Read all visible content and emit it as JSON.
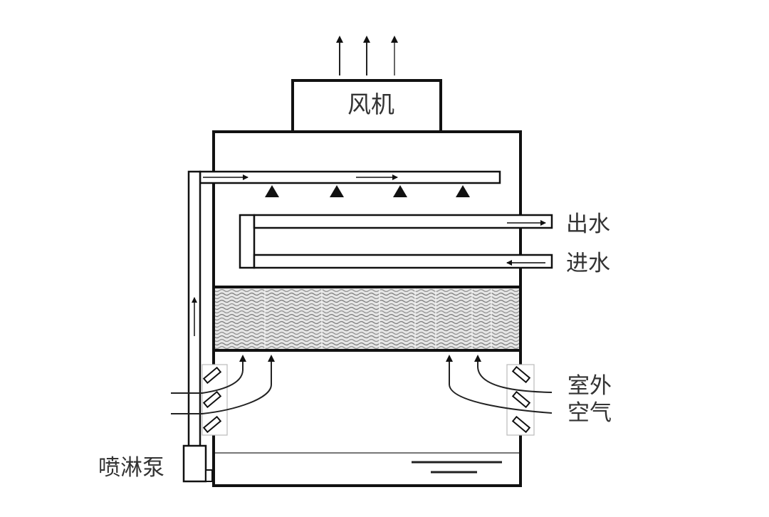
{
  "title": "Closed-circuit cooling tower schematic",
  "labels": {
    "fan": "风机",
    "water_out": "出水",
    "water_in": "进水",
    "outdoor_air_line1": "室外",
    "outdoor_air_line2": "空气",
    "spray_pump": "喷淋泵"
  },
  "colors": {
    "stroke": "#111111",
    "text": "#333333",
    "fill_media": "#9a9a9a",
    "louver_frame": "#bbbbbb"
  },
  "components": {
    "exhaust_arrows": 3,
    "spray_nozzles": 4,
    "louvers_per_side": 3,
    "coil_tubes": 2
  }
}
